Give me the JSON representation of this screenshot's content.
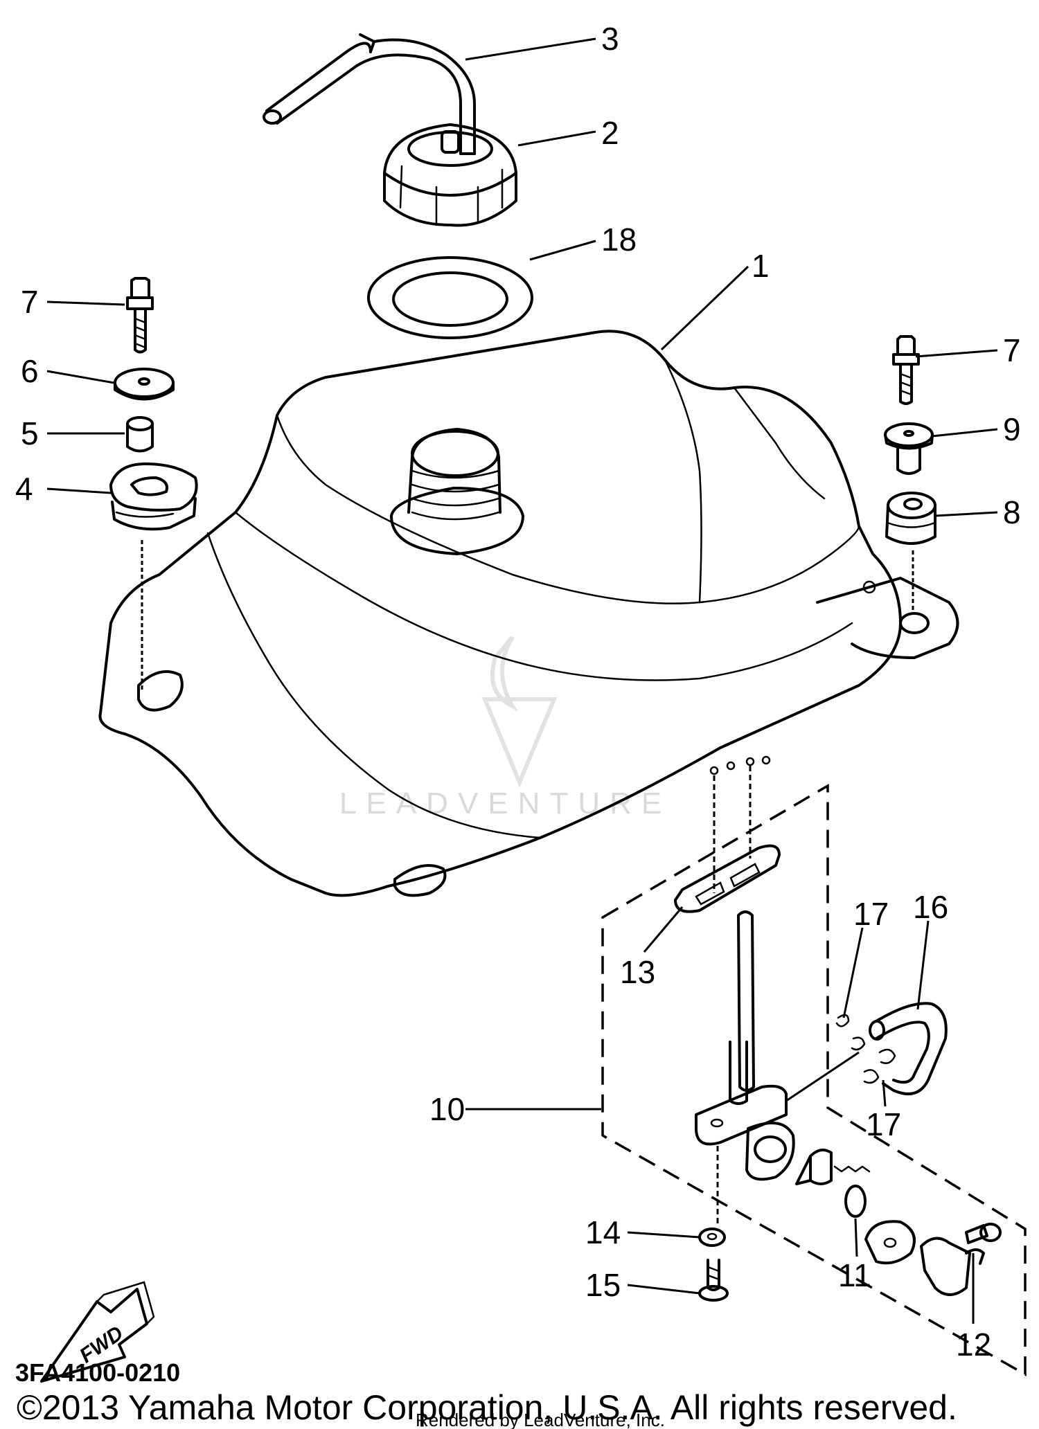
{
  "diagram_code": "3FA4100-0210",
  "copyright": "©2013 Yamaha Motor Corporation, U.S.A. All rights reserved.",
  "rendered_by": "Rendered by LeadVenture, Inc.",
  "watermark": "LEADVENTURE",
  "fwd_label": "FWD",
  "callouts": {
    "c1": "1",
    "c2": "2",
    "c3": "3",
    "c4": "4",
    "c5": "5",
    "c6": "6",
    "c7a": "7",
    "c7b": "7",
    "c8": "8",
    "c9": "9",
    "c10": "10",
    "c11": "11",
    "c12": "12",
    "c13": "13",
    "c14": "14",
    "c15": "15",
    "c16": "16",
    "c17a": "17",
    "c17b": "17",
    "c18": "18"
  },
  "colors": {
    "ink": "#000000",
    "paper": "#ffffff",
    "watermark": "#d9d9d9"
  }
}
